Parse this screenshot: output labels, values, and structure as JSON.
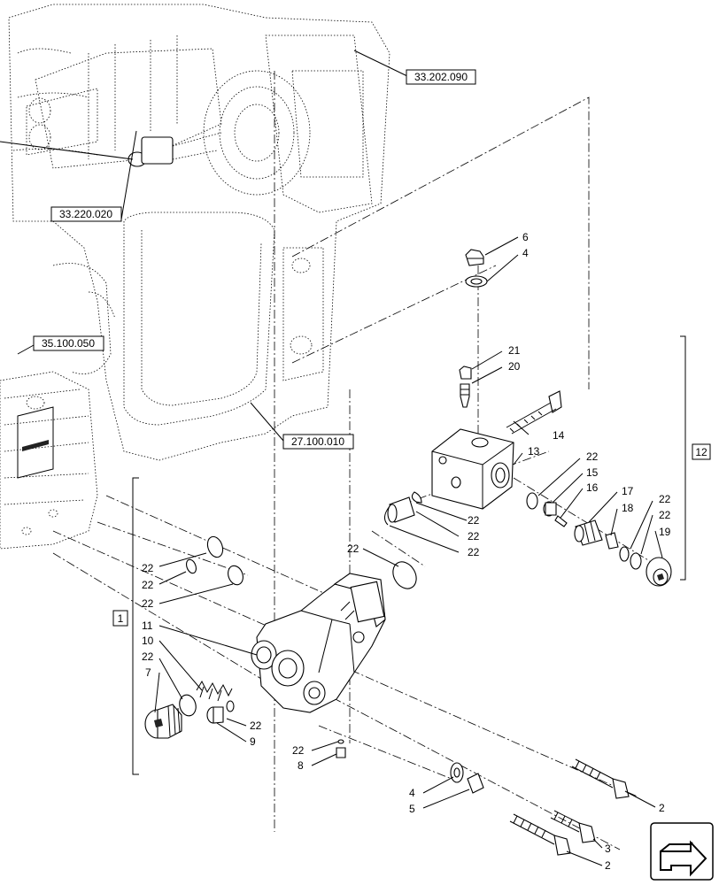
{
  "references": {
    "r1": "33.202.090",
    "r2": "33.220.020",
    "r3": "35.100.050",
    "r4": "27.100.010"
  },
  "groups": {
    "g1": "1",
    "g12": "12"
  },
  "callouts": {
    "c6": "6",
    "c4a": "4",
    "c21": "21",
    "c20": "20",
    "c14": "14",
    "c13": "13",
    "c22a": "22",
    "c15": "15",
    "c16": "16",
    "c17": "17",
    "c18": "18",
    "c22b": "22",
    "c22c": "22",
    "c19": "19",
    "c22d": "22",
    "c22e": "22",
    "c22f": "22",
    "c22g": "22",
    "c22h": "22",
    "c22i": "22",
    "c22j": "22",
    "c11": "11",
    "c10": "10",
    "c22k": "22",
    "c7": "7",
    "c22l": "22",
    "c9": "9",
    "c22m": "22",
    "c8": "8",
    "c4b": "4",
    "c5": "5",
    "c2a": "2",
    "c3": "3",
    "c2b": "2"
  },
  "nav": {
    "icon": "next-page-arrow-icon"
  }
}
